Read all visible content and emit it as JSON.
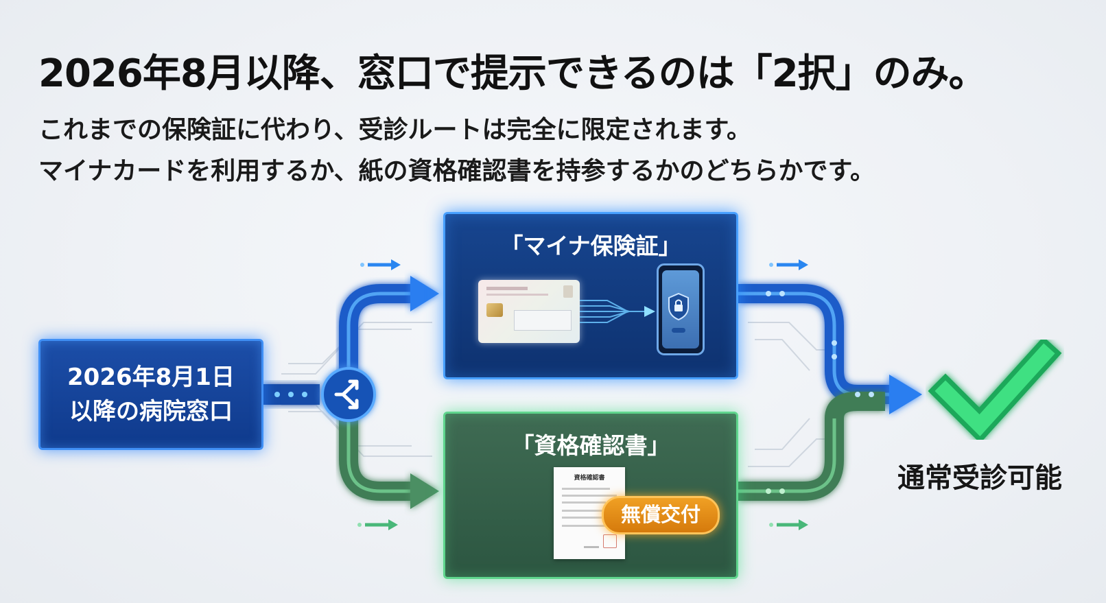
{
  "header": {
    "title": "2026年8月以降、窓口で提示できるのは「2択」のみ。",
    "subtitle_line1": "これまでの保険証に代わり、受診ルートは完全に限定されます。",
    "subtitle_line2": "マイナカードを利用するか、紙の資格確認書を持参するかのどちらかです。"
  },
  "start": {
    "line1": "2026年8月1日",
    "line2": "以降の病院窓口"
  },
  "routes": {
    "mynumber": {
      "title": "「マイナ保険証」",
      "color": "#1e4fa3",
      "icons": [
        "id-card-icon",
        "smartphone-shield-icon"
      ]
    },
    "certificate": {
      "title": "「資格確認書」",
      "color": "#2f5a44",
      "document_title": "資格確認書",
      "badge": "無償交付",
      "badge_color": "#e8901a"
    }
  },
  "result": {
    "label": "通常受診可能",
    "icon": "check-mark-icon",
    "color": "#2ecc71"
  }
}
